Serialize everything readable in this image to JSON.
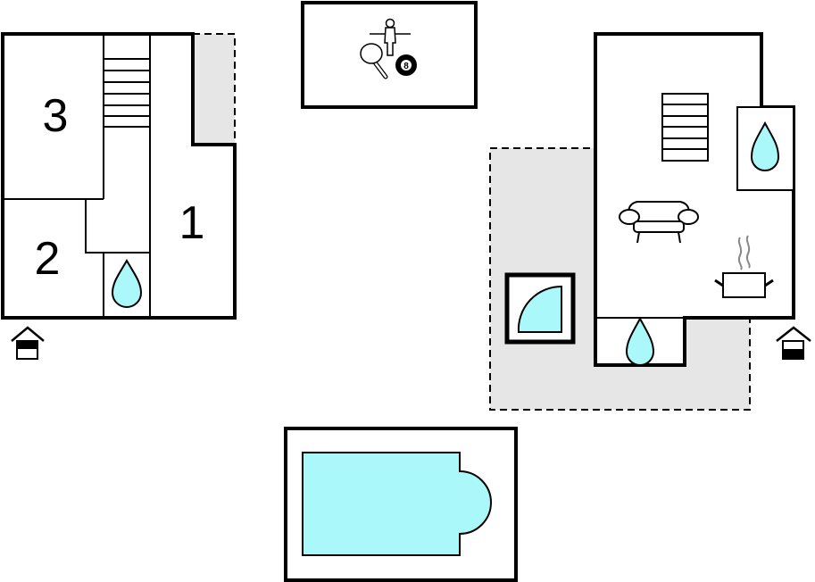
{
  "rooms": {
    "room1": "1",
    "room2": "2",
    "room3": "3"
  },
  "icons": {
    "billiard_ball": "8"
  },
  "colors": {
    "water": "#aaf8fa",
    "terrace": "#e6e6e6",
    "wall": "#000000"
  }
}
